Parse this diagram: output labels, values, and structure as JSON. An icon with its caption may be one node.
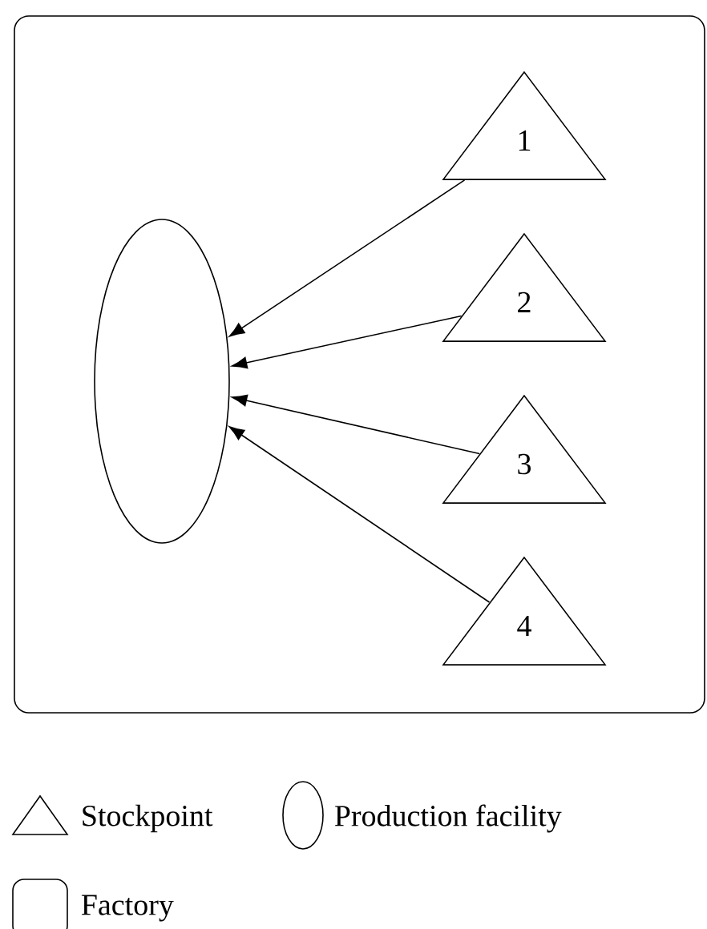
{
  "diagram": {
    "nodes": [
      {
        "text": [],
        "shape": "box"
      },
      {
        "text": [],
        "shape": "ellipse",
        "in": 0
      },
      {
        "text": [
          "1"
        ],
        "in": 0
      },
      {
        "text": [
          "2"
        ],
        "in": 0
      },
      {
        "text": [
          "3"
        ],
        "in": 0
      },
      {
        "text": [
          "4"
        ],
        "in": 0
      }
    ],
    "edges": [
      {
        "from": 2,
        "to": 1,
        "arrow": "to"
      },
      {
        "from": 3,
        "to": 1,
        "arrow": "to"
      },
      {
        "from": 4,
        "to": 1,
        "arrow": "to"
      },
      {
        "from": 5,
        "to": 1,
        "arrow": "to"
      }
    ],
    "legend": [
      {
        "text": "Stockpoint"
      },
      {
        "text": "Production facility"
      },
      {
        "text": "Factory"
      }
    ]
  }
}
